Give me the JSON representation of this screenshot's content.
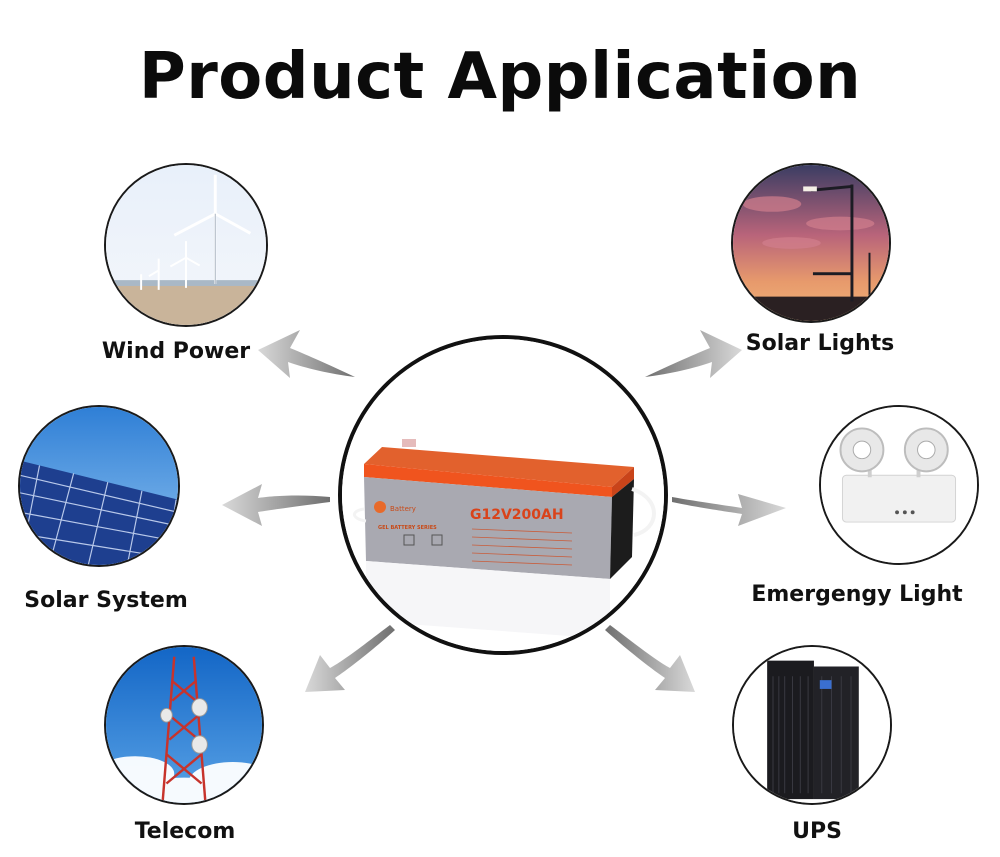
{
  "page": {
    "title": "Product Application"
  },
  "battery": {
    "model_text": "G12V200AH",
    "series_text": "GEL BATTERY SERIES"
  },
  "applications": {
    "wind_power": "Wind Power",
    "solar_lights": "Solar Lights",
    "solar_system": "Solar System",
    "emergency_light": "Emergengy Light",
    "telecom": "Telecom",
    "ups": "UPS"
  },
  "colors": {
    "battery_lid": "#f0541e",
    "battery_body": "#a9a9b1",
    "arrow": "#8c8c8c"
  }
}
